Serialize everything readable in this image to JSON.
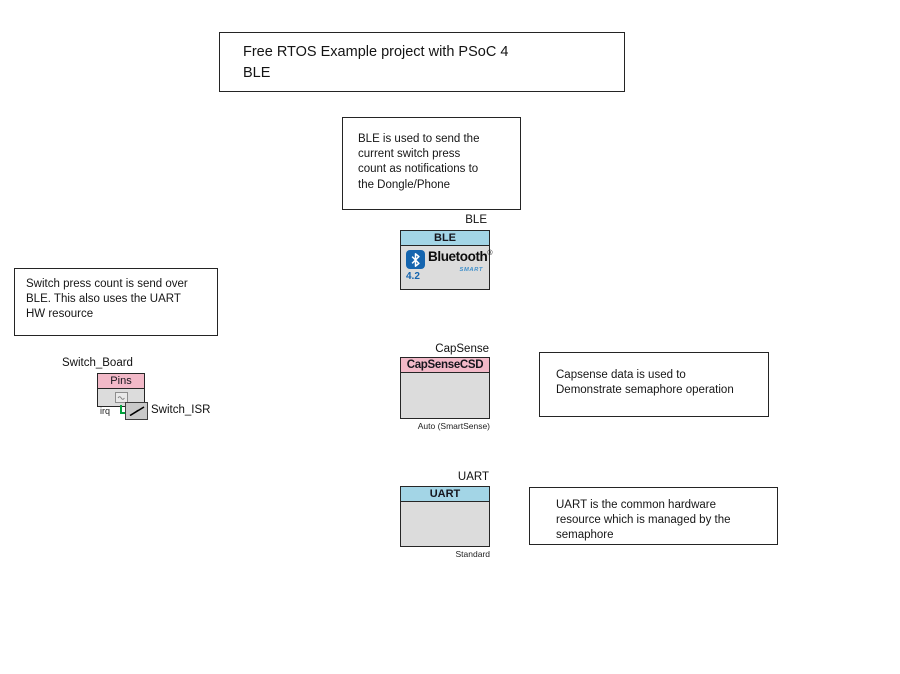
{
  "colors": {
    "header-blue": "#a3d5e6",
    "header-pink": "#f2b9c8",
    "body-gray": "#dcdcdc",
    "border-dark": "#262626",
    "wire-green": "#00a33d",
    "bt-blue": "#1565af",
    "bt-smart-blue": "#3f8fca"
  },
  "title_box": {
    "text": "Free RTOS Example project with PSoC 4\nBLE"
  },
  "notes": {
    "ble": "BLE is used to send the\ncurrent switch press\ncount as notifications to\nthe Dongle/Phone",
    "switch_press": "Switch press count is send over\nBLE. This also uses the UART\nHW resource",
    "capsense": "Capsense data is used to\nDemonstrate semaphore operation",
    "uart": "UART is the common hardware\nresource which is managed by the\nsemaphore"
  },
  "components": {
    "ble": {
      "instance_label": "BLE",
      "header": "BLE",
      "logo_word": "Bluetooth",
      "logo_reg": "®",
      "logo_smart": "SMART",
      "version": "4.2"
    },
    "capsense": {
      "instance_label": "CapSense",
      "header": "CapSenseCSD",
      "mode_label": "Auto (SmartSense)"
    },
    "uart": {
      "instance_label": "UART",
      "header": "UART",
      "mode_label": "Standard"
    },
    "switch_board": {
      "instance_label": "Switch_Board",
      "header": "Pins",
      "terminal_label": "irq",
      "isr_label": "Switch_ISR"
    }
  }
}
